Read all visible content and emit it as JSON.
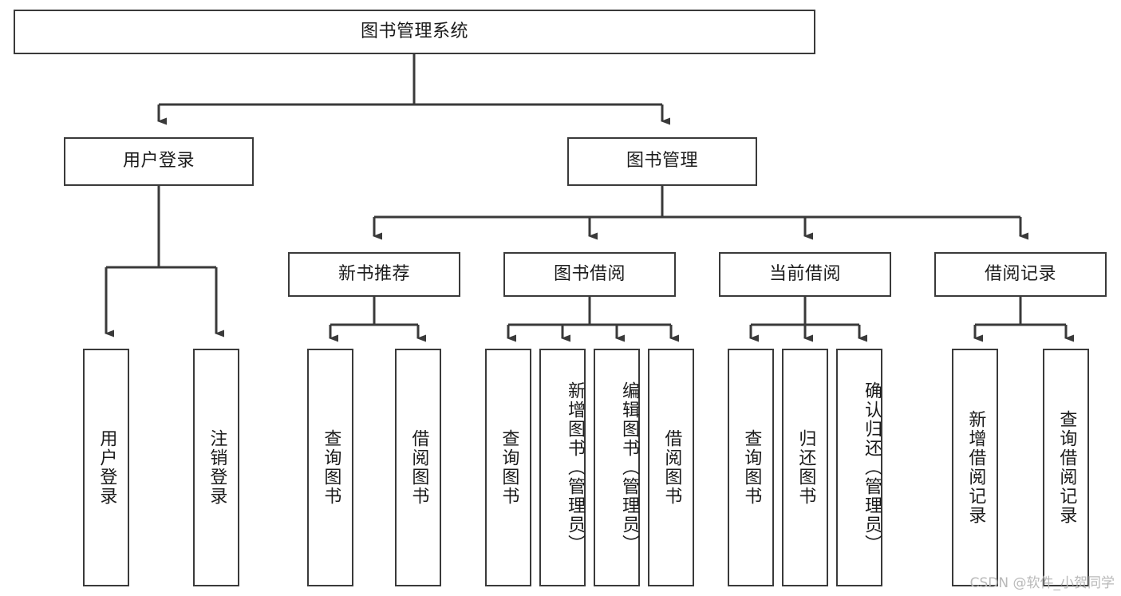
{
  "diagram": {
    "title": "图书管理系统",
    "type": "hierarchy-tree",
    "background_color": "#ffffff",
    "box_border_color": "#3a3a3a",
    "connector_color": "#3a3a3a",
    "text_color": "#1b1b1b"
  },
  "root": {
    "label": "图书管理系统"
  },
  "level2": [
    {
      "label": "用户登录"
    },
    {
      "label": "图书管理"
    }
  ],
  "level3": [
    {
      "label": "新书推荐"
    },
    {
      "label": "图书借阅"
    },
    {
      "label": "当前借阅"
    },
    {
      "label": "借阅记录"
    }
  ],
  "leaves": {
    "user_login": [
      {
        "label": "用户登录"
      },
      {
        "label": "注销登录"
      }
    ],
    "new_book_recommend": [
      {
        "label": "查询图书"
      },
      {
        "label": "借阅图书"
      }
    ],
    "book_borrow": [
      {
        "label": "查询图书"
      },
      {
        "label": "新增图书（管理员）"
      },
      {
        "label": "编辑图书（管理员）"
      },
      {
        "label": "借阅图书"
      }
    ],
    "current_borrow": [
      {
        "label": "查询图书"
      },
      {
        "label": "归还图书"
      },
      {
        "label": "确认归还（管理员）"
      }
    ],
    "borrow_record": [
      {
        "label": "新增借阅记录"
      },
      {
        "label": "查询借阅记录"
      }
    ]
  },
  "watermark": {
    "text": "CSDN @软件_小贺同学"
  }
}
